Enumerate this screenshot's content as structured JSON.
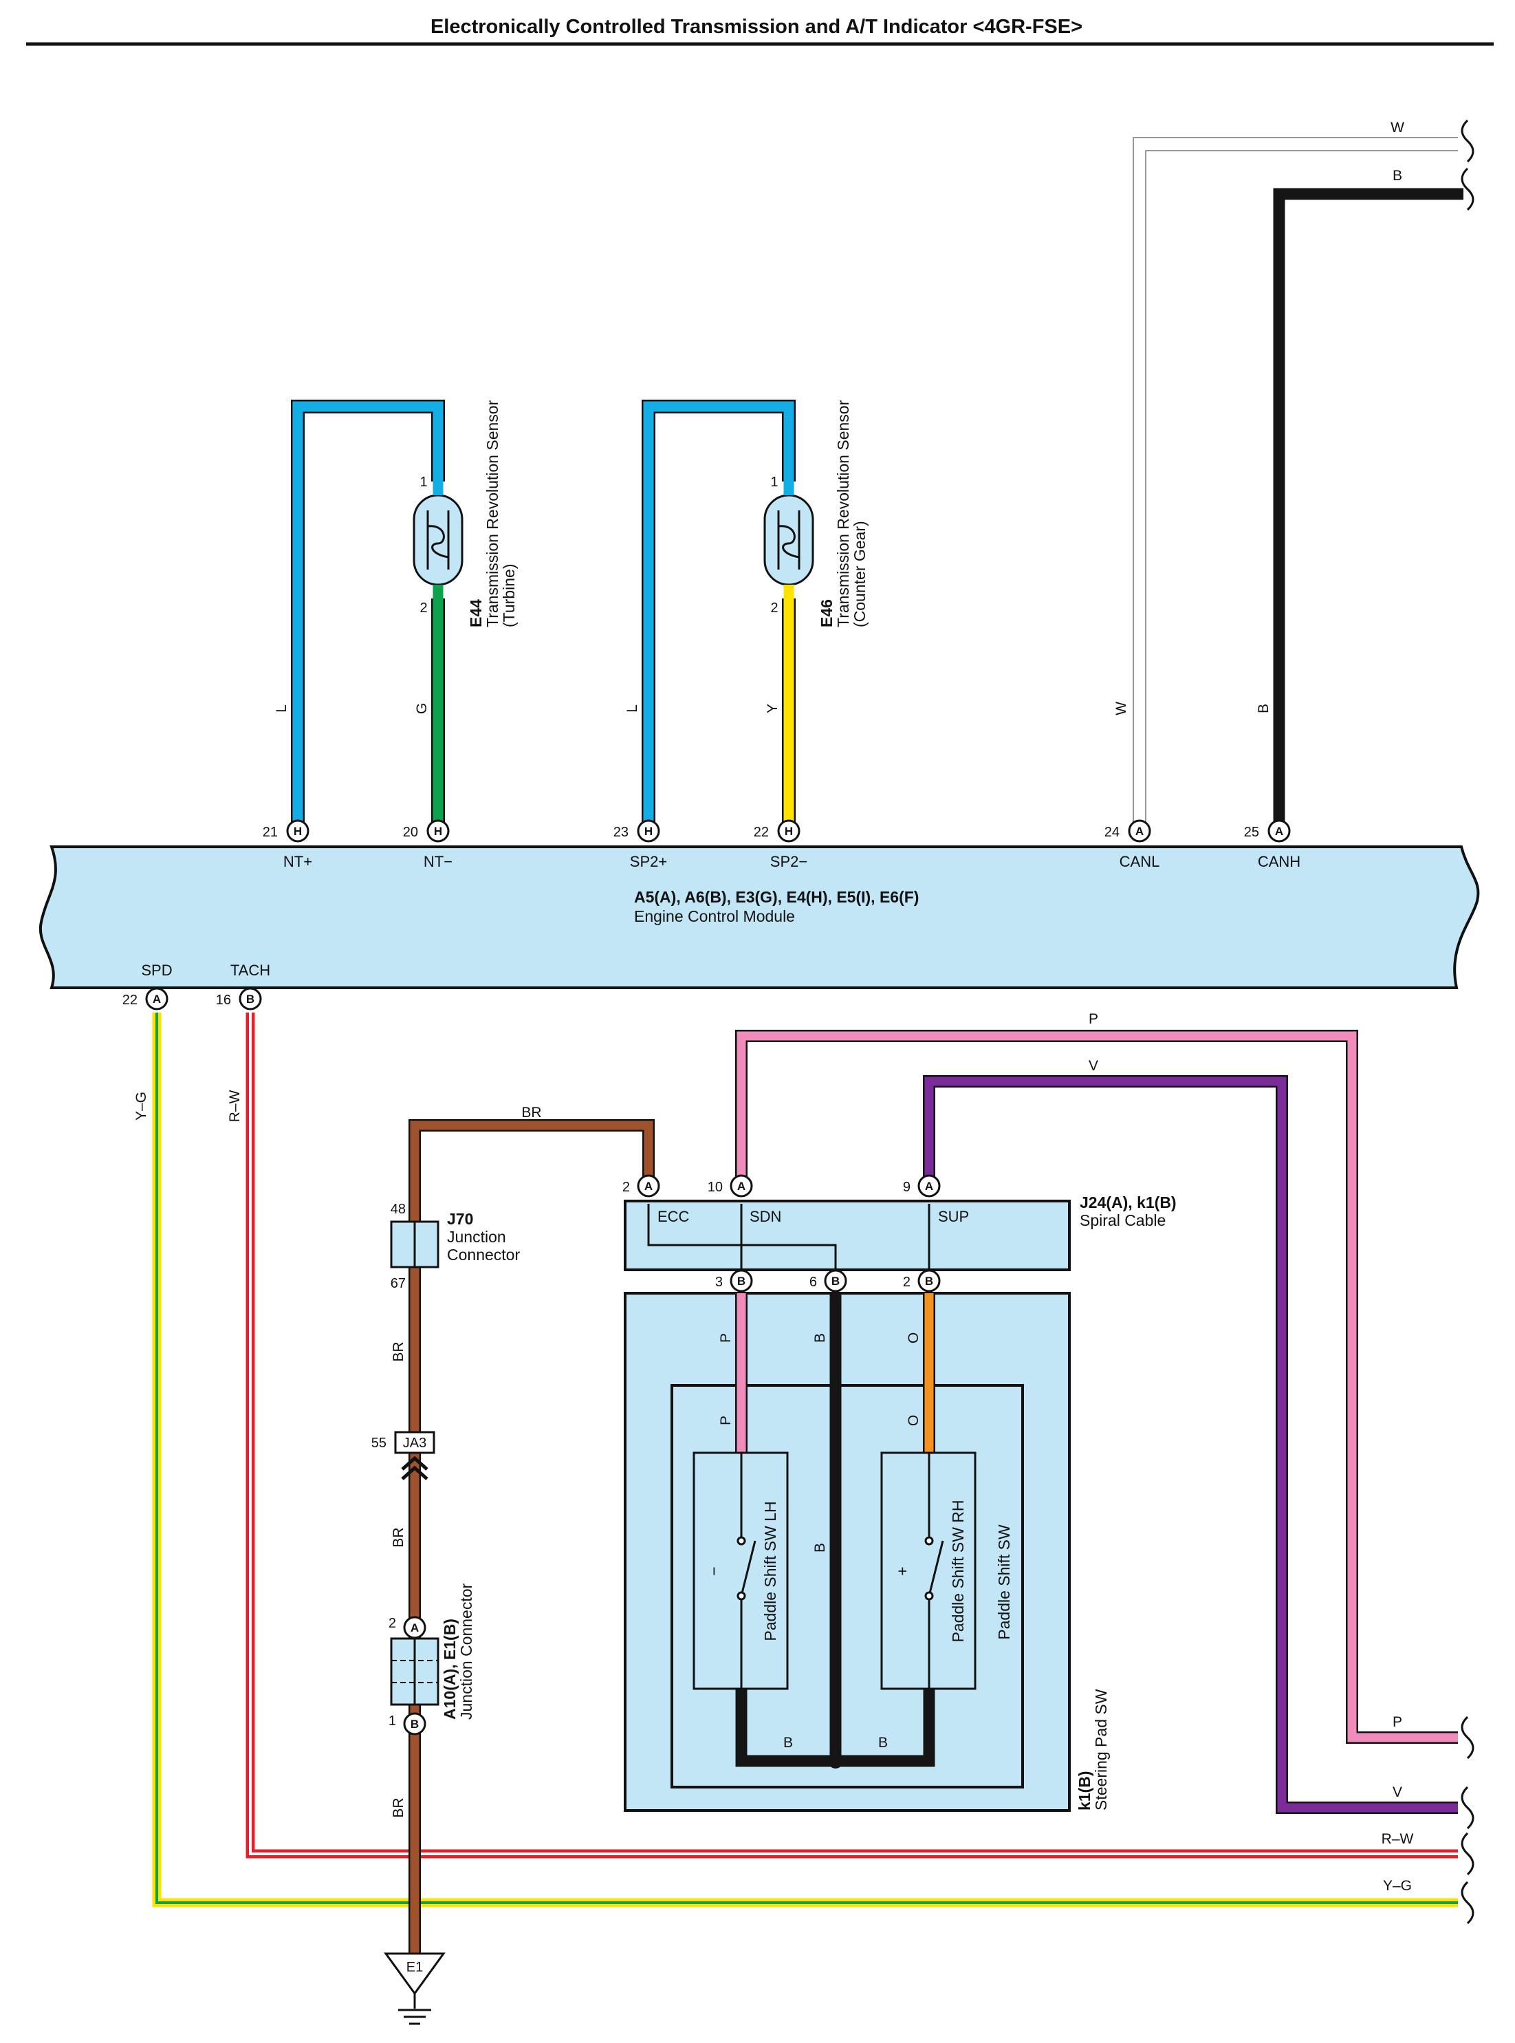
{
  "title": "Electronically Controlled Transmission and A/T Indicator <4GR-FSE>",
  "colors": {
    "L": "#15ade6",
    "G": "#0ca24e",
    "Y": "#ffe200",
    "W": "#ffffff",
    "B": "#151515",
    "BR": "#a0522d",
    "P": "#f08cbc",
    "V": "#7b2c98",
    "O": "#f5911e",
    "R": "#e4202a",
    "module_fill": "#c3e6f6"
  },
  "ecm": {
    "name_code": "A5(A), A6(B), E3(G), E4(H), E5(I), E6(F)",
    "name": "Engine Control Module",
    "terminals": {
      "nt_plus": {
        "pin": "21",
        "conn": "H",
        "label": "NT+"
      },
      "nt_minus": {
        "pin": "20",
        "conn": "H",
        "label": "NT−"
      },
      "sp2_plus": {
        "pin": "23",
        "conn": "H",
        "label": "SP2+"
      },
      "sp2_minus": {
        "pin": "22",
        "conn": "H",
        "label": "SP2−"
      },
      "canl": {
        "pin": "24",
        "conn": "A",
        "label": "CANL"
      },
      "canh": {
        "pin": "25",
        "conn": "A",
        "label": "CANH"
      },
      "spd": {
        "pin": "22",
        "conn": "A",
        "label": "SPD"
      },
      "tach": {
        "pin": "16",
        "conn": "B",
        "label": "TACH"
      }
    }
  },
  "e44": {
    "code": "E44",
    "name": "Transmission Revolution Sensor",
    "sub": "(Turbine)",
    "pin1": "1",
    "pin2": "2"
  },
  "e46": {
    "code": "E46",
    "name": "Transmission Revolution Sensor",
    "sub": "(Counter Gear)",
    "pin1": "1",
    "pin2": "2"
  },
  "j70": {
    "code": "J70",
    "line1": "Junction",
    "line2": "Connector",
    "pin_top": "48",
    "pin_bottom": "67"
  },
  "ja3": {
    "code": "JA3",
    "pin": "55"
  },
  "a10": {
    "code": "A10(A), E1(B)",
    "name": "Junction Connector",
    "pin_top": "2",
    "conn_top": "A",
    "pin_bottom": "1",
    "conn_bottom": "B"
  },
  "ground": {
    "label": "E1"
  },
  "spiral": {
    "code": "J24(A), k1(B)",
    "name": "Spiral Cable",
    "ecc": "ECC",
    "sdn": "SDN",
    "sup": "SUP",
    "top_pins": [
      {
        "pin": "2",
        "conn": "A"
      },
      {
        "pin": "10",
        "conn": "A"
      },
      {
        "pin": "9",
        "conn": "A"
      }
    ],
    "bottom_pins": [
      {
        "pin": "3",
        "conn": "B"
      },
      {
        "pin": "6",
        "conn": "B"
      },
      {
        "pin": "2",
        "conn": "B"
      }
    ]
  },
  "steering": {
    "code": "k1(B)",
    "name": "Steering Pad SW",
    "paddle_sw": "Paddle Shift SW",
    "lh": "Paddle Shift SW LH",
    "rh": "Paddle Shift SW RH",
    "minus": "−",
    "plus": "+"
  },
  "wires": {
    "L": "L",
    "G": "G",
    "Y": "Y",
    "W": "W",
    "B": "B",
    "BR": "BR",
    "P": "P",
    "V": "V",
    "O": "O",
    "RW": "R–W",
    "YG": "Y–G"
  }
}
